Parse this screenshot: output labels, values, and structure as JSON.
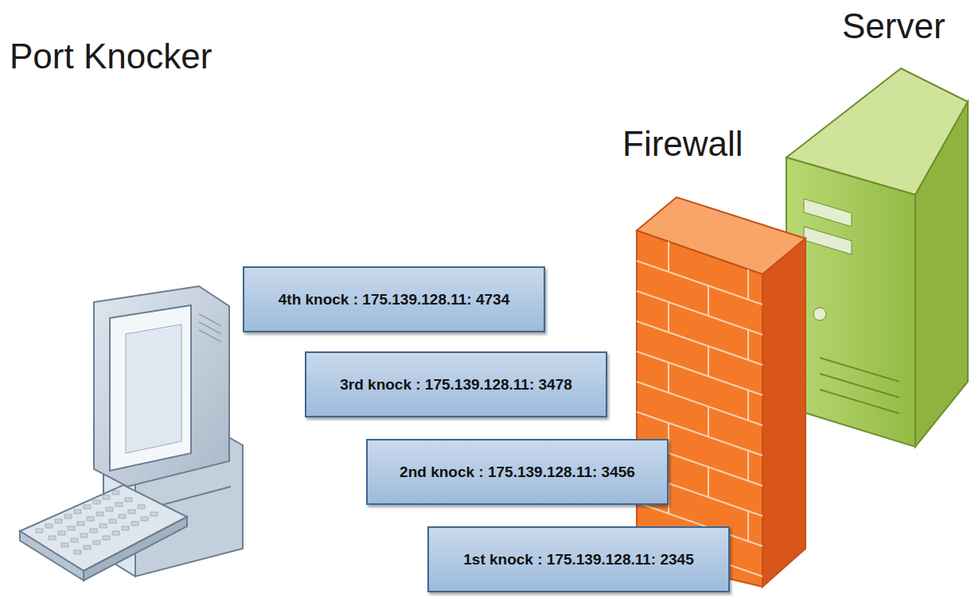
{
  "diagram": {
    "nodes": [
      {
        "text": [
          "Port Knocker"
        ]
      },
      {
        "text": [
          "Firewall"
        ]
      },
      {
        "text": [
          "Server"
        ]
      },
      {
        "text": [
          "4th knock : 175.139.128.11: 4734"
        ]
      },
      {
        "text": [
          "3rd knock : 175.139.128.11: 3478"
        ]
      },
      {
        "text": [
          "2nd knock : 175.139.128.11: 3456"
        ]
      },
      {
        "text": [
          "1st knock : 175.139.128.11: 2345"
        ]
      }
    ]
  }
}
